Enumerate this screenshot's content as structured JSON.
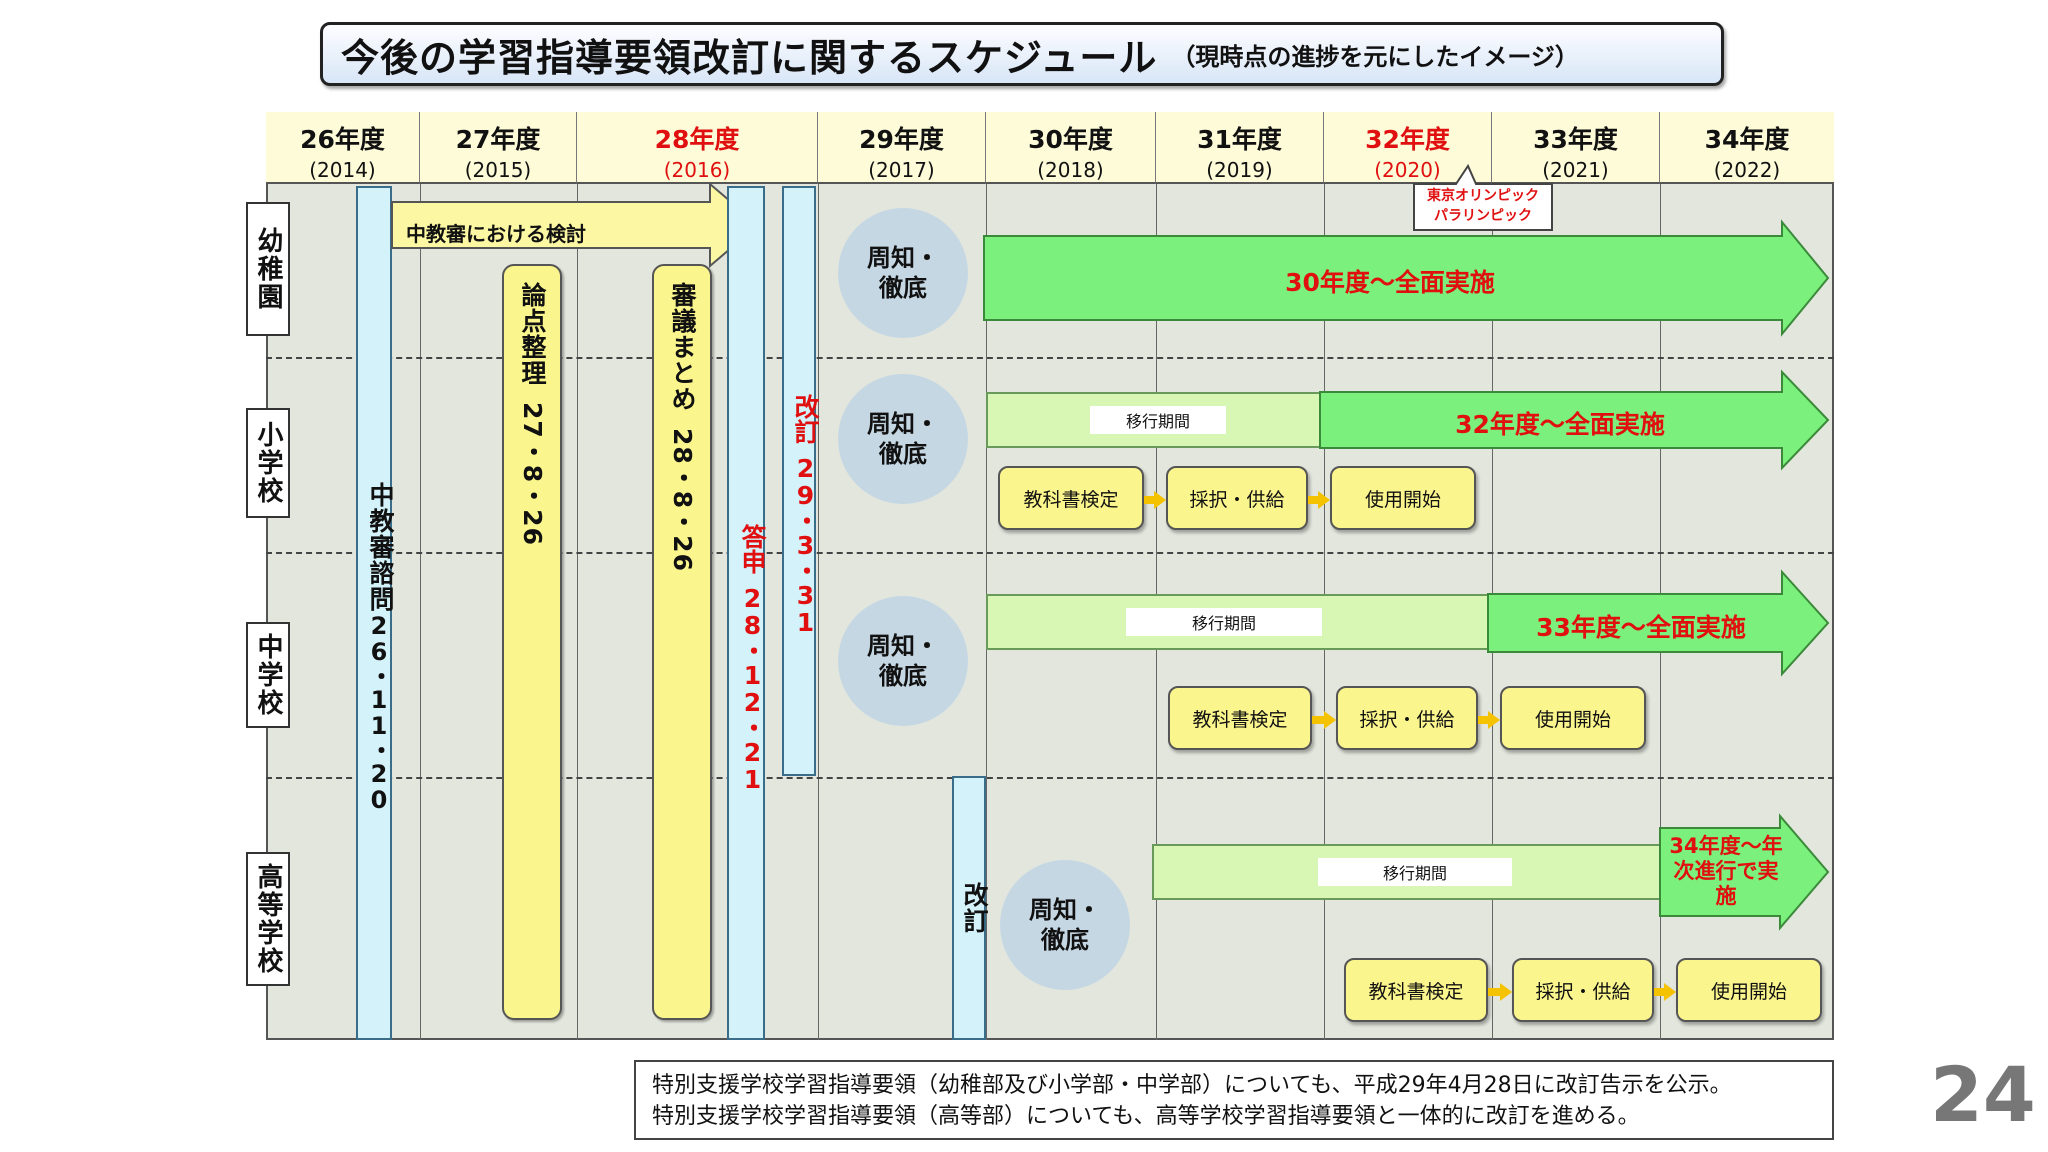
{
  "title": {
    "main": "今後の学習指導要領改訂に関するスケジュール",
    "sub": "（現時点の進捗を元にしたイメージ）"
  },
  "years": [
    {
      "label": "26年度",
      "sub": "(2014)"
    },
    {
      "label": "27年度",
      "sub": "(2015)"
    },
    {
      "label": "28年度",
      "sub": "(2016)"
    },
    {
      "label": "29年度",
      "sub": "(2017)"
    },
    {
      "label": "30年度",
      "sub": "(2018)"
    },
    {
      "label": "31年度",
      "sub": "(2019)"
    },
    {
      "label": "32年度",
      "sub": "(2020)"
    },
    {
      "label": "33年度",
      "sub": "(2021)"
    },
    {
      "label": "34年度",
      "sub": "(2022)"
    }
  ],
  "schools": {
    "kindergarten": "幼稚園",
    "elementary": "小学校",
    "junior_high": "中学校",
    "high_school": "高等学校"
  },
  "process": {
    "consult_title": "中教審諮問",
    "consult_date": "26・11・20",
    "review": "中教審における検討",
    "issue_title": "論点整理",
    "issue_date": "27・8・26",
    "summary_title": "審議まとめ",
    "summary_date": "28・8・26",
    "report_title": "答申",
    "report_date": "28・12・21",
    "revision_title": "改訂",
    "revision_date": "29・3・31",
    "hs_revision": "改訂"
  },
  "olympics": {
    "line1": "東京オリンピック",
    "line2": "パラリンピック"
  },
  "circle_label": {
    "line1": "周知・",
    "line2": "徹底"
  },
  "implementation": {
    "kindergarten": "30年度～全面実施",
    "elementary": "32年度～全面実施",
    "junior_high": "33年度～全面実施",
    "high_school_l1": "34年度～年",
    "high_school_l2": "次進行で実",
    "high_school_l3": "施"
  },
  "transition_label": "移行期間",
  "steps": {
    "textbook": "教科書検定",
    "adoption": "採択・供給",
    "start": "使用開始"
  },
  "notes": [
    "特別支援学校学習指導要領（幼稚部及び小学部・中学部）についても、平成29年4月28日に改訂告示を公示。",
    "特別支援学校学習指導要領（高等部）についても、高等学校学習指導要領と一体的に改訂を進める。"
  ],
  "page_number": "24",
  "colors": {
    "green": "#7cf07c",
    "light_green": "#d9f7b4",
    "yellow": "#faf58c",
    "cyan": "#d4f2fa",
    "red": "#e01010"
  }
}
